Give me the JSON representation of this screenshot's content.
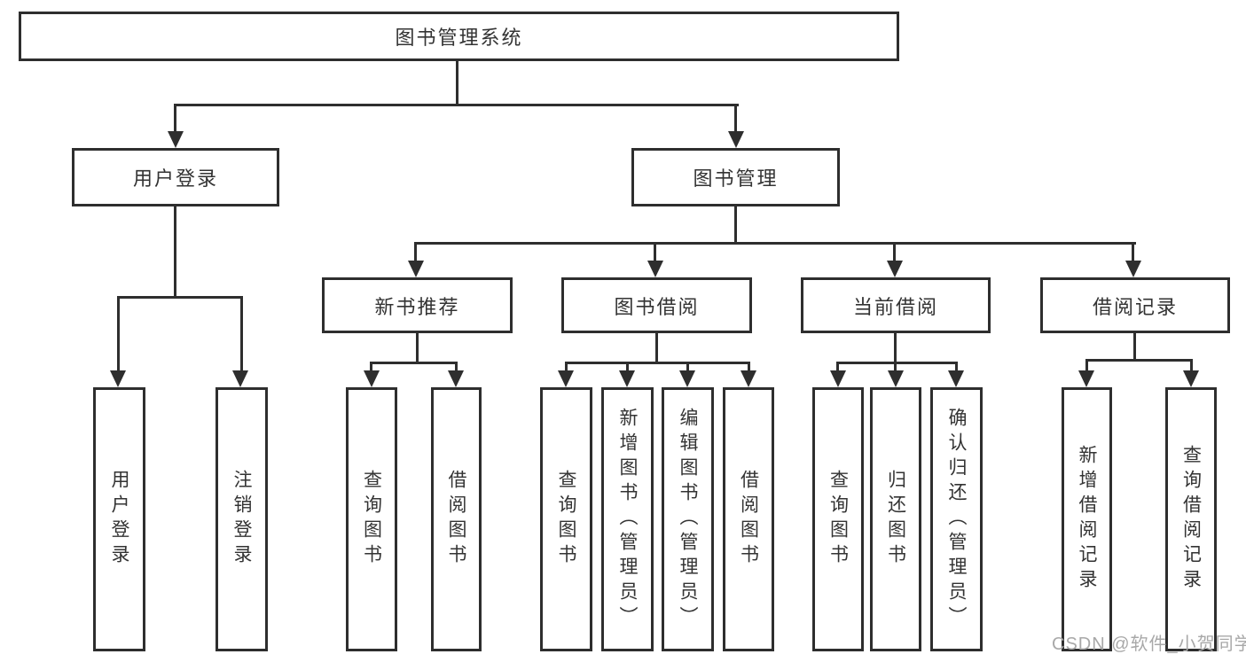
{
  "tree": {
    "label": "图书管理系统",
    "children": [
      {
        "label": "用户登录",
        "children": [
          {
            "label": "用户登录"
          },
          {
            "label": "注销登录"
          }
        ]
      },
      {
        "label": "图书管理",
        "children": [
          {
            "label": "新书推荐",
            "children": [
              {
                "label": "查询图书"
              },
              {
                "label": "借阅图书"
              }
            ]
          },
          {
            "label": "图书借阅",
            "children": [
              {
                "label": "查询图书"
              },
              {
                "label": "新增图书（管理员）"
              },
              {
                "label": "编辑图书（管理员）"
              },
              {
                "label": "借阅图书"
              }
            ]
          },
          {
            "label": "当前借阅",
            "children": [
              {
                "label": "查询图书"
              },
              {
                "label": "归还图书"
              },
              {
                "label": "确认归还（管理员）"
              }
            ]
          },
          {
            "label": "借阅记录",
            "children": [
              {
                "label": "新增借阅记录"
              },
              {
                "label": "查询借阅记录"
              }
            ]
          }
        ]
      }
    ]
  },
  "watermark": {
    "text": "CSDN @软件_小贺同学"
  },
  "colors": {
    "line": "#2e2e2e",
    "box_border": "#2e2e2e",
    "box_fill": "#ffffff",
    "text": "#333333",
    "watermark": "#a8a8a8",
    "background": "#ffffff"
  }
}
